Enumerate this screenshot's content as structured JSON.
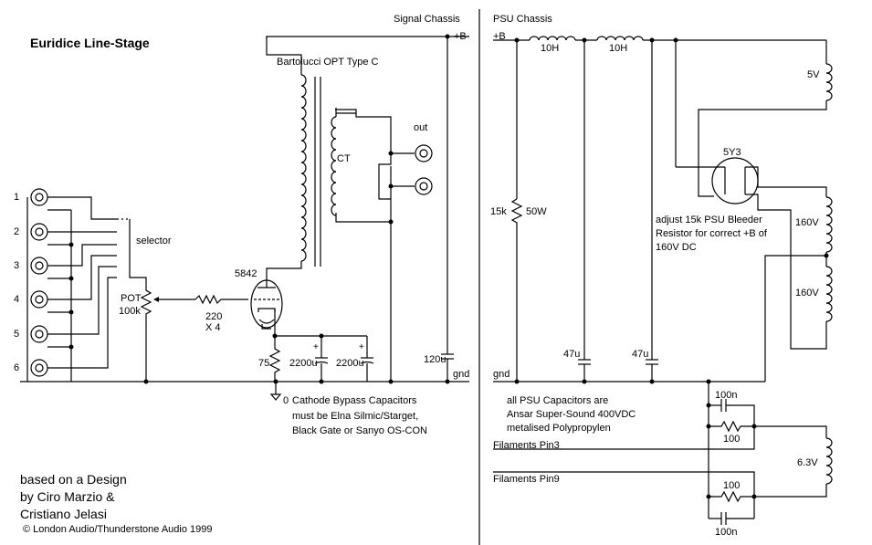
{
  "title": "Euridice Line-Stage",
  "sections": {
    "signal_chassis": "Signal Chassis",
    "psu_chassis": "PSU Chassis"
  },
  "signal": {
    "b_plus": "+B",
    "gnd": "gnd",
    "transformer": "Bartolucci OPT Type C",
    "ct": "CT",
    "out": "out",
    "inputs": [
      "1",
      "2",
      "3",
      "4",
      "5",
      "6"
    ],
    "selector": "selector",
    "pot": [
      "POT",
      "100k"
    ],
    "grid_resistor": [
      "220",
      "X 4"
    ],
    "tube": "5842",
    "cathode_resistor": "75",
    "cap1": "2200u",
    "cap2": "2200u",
    "coupling_cap": "120u",
    "zero": "0",
    "note": [
      "Cathode Bypass Capacitors",
      "must be Elna Silmic/Starget,",
      "Black Gate or Sanyo OS-CON"
    ]
  },
  "psu": {
    "b_plus": "+B",
    "choke1": "10H",
    "choke2": "10H",
    "bleeder": "15k",
    "bleeder_watts": "50W",
    "cap1": "47u",
    "cap2": "47u",
    "gnd": "gnd",
    "rectifier": "5Y3",
    "winding_5v": "5V",
    "winding_160v_a": "160V",
    "winding_160v_b": "160V",
    "winding_6v3": "6.3V",
    "adjust_note": [
      "adjust 15k PSU Bleeder",
      "Resistor for correct +B of",
      "160V DC"
    ],
    "cap_note": [
      "all PSU Capacitors are",
      "Ansar Super-Sound 400VDC",
      "metalised Polypropylen"
    ],
    "fil_pin3": "Filaments Pin3",
    "fil_pin9": "Filaments Pin9",
    "c100n_top": "100n",
    "r100_top": "100",
    "r100_bottom": "100",
    "c100n_bottom": "100n"
  },
  "credits": [
    "based on a Design",
    "by Ciro Marzio &",
    "Cristiano Jelasi"
  ],
  "copyright": "© London Audio/Thunderstone Audio 1999"
}
